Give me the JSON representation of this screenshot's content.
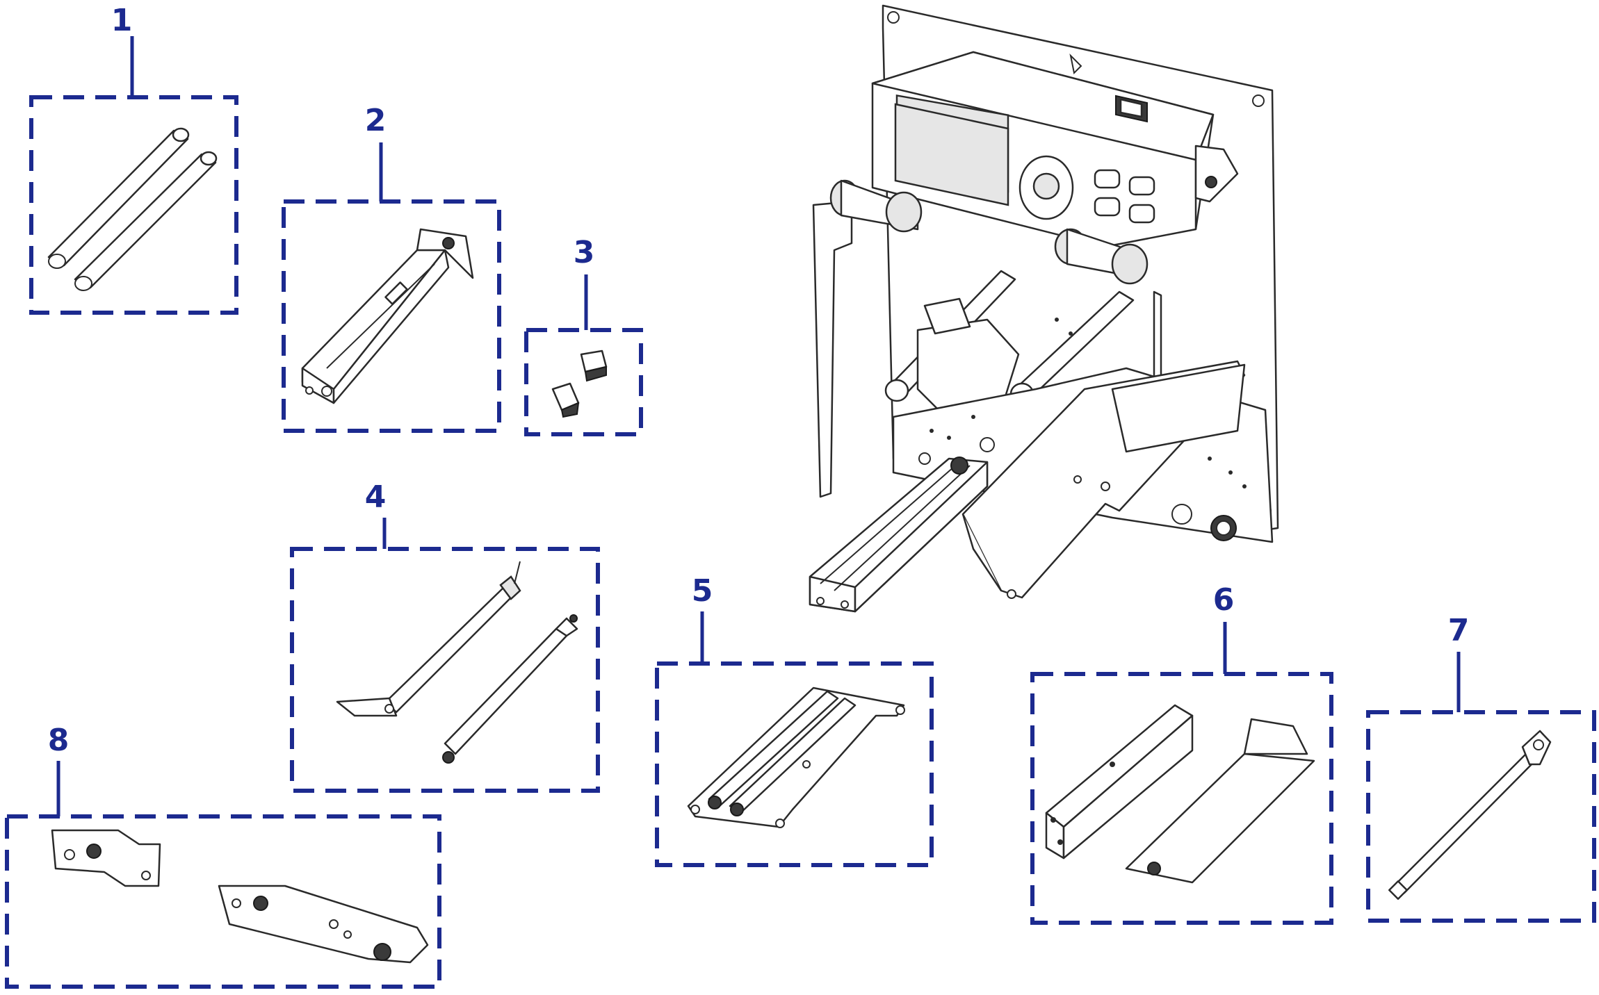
{
  "callouts": [
    {
      "label": "1"
    },
    {
      "label": "2"
    },
    {
      "label": "3"
    },
    {
      "label": "4"
    },
    {
      "label": "5"
    },
    {
      "label": "6"
    },
    {
      "label": "7"
    },
    {
      "label": "8"
    }
  ],
  "colors": {
    "callout": "#1c2a8f",
    "line": "#2a2a2a"
  }
}
